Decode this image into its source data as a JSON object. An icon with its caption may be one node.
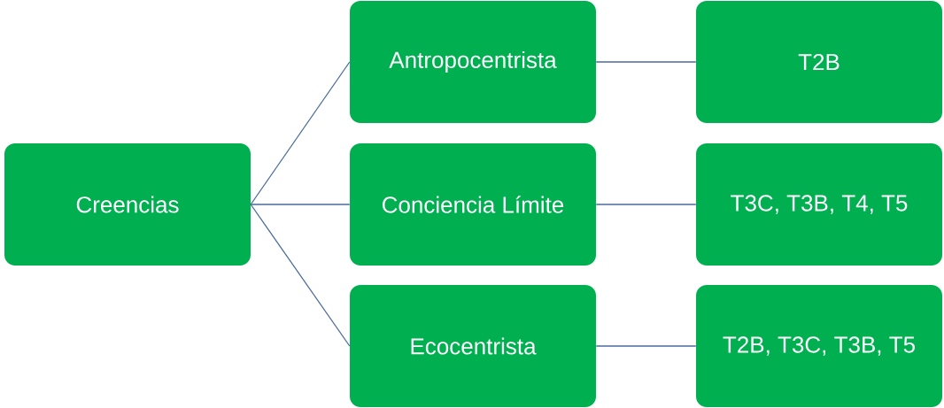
{
  "diagram": {
    "nodes": [
      {
        "text": [
          "Creencias"
        ]
      },
      {
        "text": [
          "Antropocentrista"
        ]
      },
      {
        "text": [
          "Conciencia Límite"
        ]
      },
      {
        "text": [
          "Ecocentrista"
        ]
      },
      {
        "text": [
          "T2B"
        ]
      },
      {
        "text": [
          "T3C, T3B, T4, T5"
        ]
      },
      {
        "text": [
          "T2B, T3C, T3B, T5"
        ]
      }
    ],
    "edges": [
      {
        "from": 0,
        "to": 1,
        "arrow": "none"
      },
      {
        "from": 0,
        "to": 2,
        "arrow": "none"
      },
      {
        "from": 0,
        "to": 3,
        "arrow": "none"
      },
      {
        "from": 1,
        "to": 4,
        "arrow": "none"
      },
      {
        "from": 2,
        "to": 5,
        "arrow": "none"
      },
      {
        "from": 3,
        "to": 6,
        "arrow": "none"
      }
    ]
  }
}
